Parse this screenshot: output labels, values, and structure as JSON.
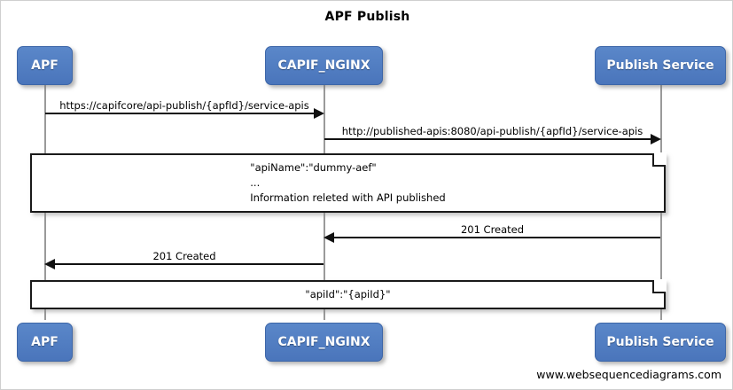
{
  "diagram": {
    "title": "APF Publish",
    "watermark": "www.websequencediagrams.com",
    "colors": {
      "participant_fill": "#4f7fc4",
      "participant_text": "#ffffff",
      "lifeline": "#9a9a9a",
      "message": "#111111",
      "note_border": "#1a1a1a",
      "background": "#ffffff"
    }
  },
  "participants": [
    {
      "id": "apf",
      "label": "APF"
    },
    {
      "id": "capif_nginx",
      "label": "CAPIF_NGINX"
    },
    {
      "id": "publish_service",
      "label": "Publish Service"
    }
  ],
  "participants_bottom": [
    {
      "id": "apf",
      "label": "APF"
    },
    {
      "id": "capif_nginx",
      "label": "CAPIF_NGINX"
    },
    {
      "id": "publish_service",
      "label": "Publish Service"
    }
  ],
  "messages": [
    {
      "id": "m1",
      "from": "apf",
      "to": "capif_nginx",
      "direction": "right",
      "label": "https://capifcore/api-publish/{apfId}/service-apis"
    },
    {
      "id": "m2",
      "from": "capif_nginx",
      "to": "publish_service",
      "direction": "right",
      "label": "http://published-apis:8080/api-publish/{apfId}/service-apis"
    },
    {
      "id": "m3",
      "from": "publish_service",
      "to": "capif_nginx",
      "direction": "left",
      "label": "201 Created"
    },
    {
      "id": "m4",
      "from": "capif_nginx",
      "to": "apf",
      "direction": "left",
      "label": "201 Created"
    }
  ],
  "notes": [
    {
      "id": "note1",
      "lines": [
        "\"apiName\":\"dummy-aef\"",
        "...",
        "Information releted with API published"
      ]
    },
    {
      "id": "note2",
      "lines": [
        "\"apiId\":\"{apiId}\""
      ]
    }
  ]
}
